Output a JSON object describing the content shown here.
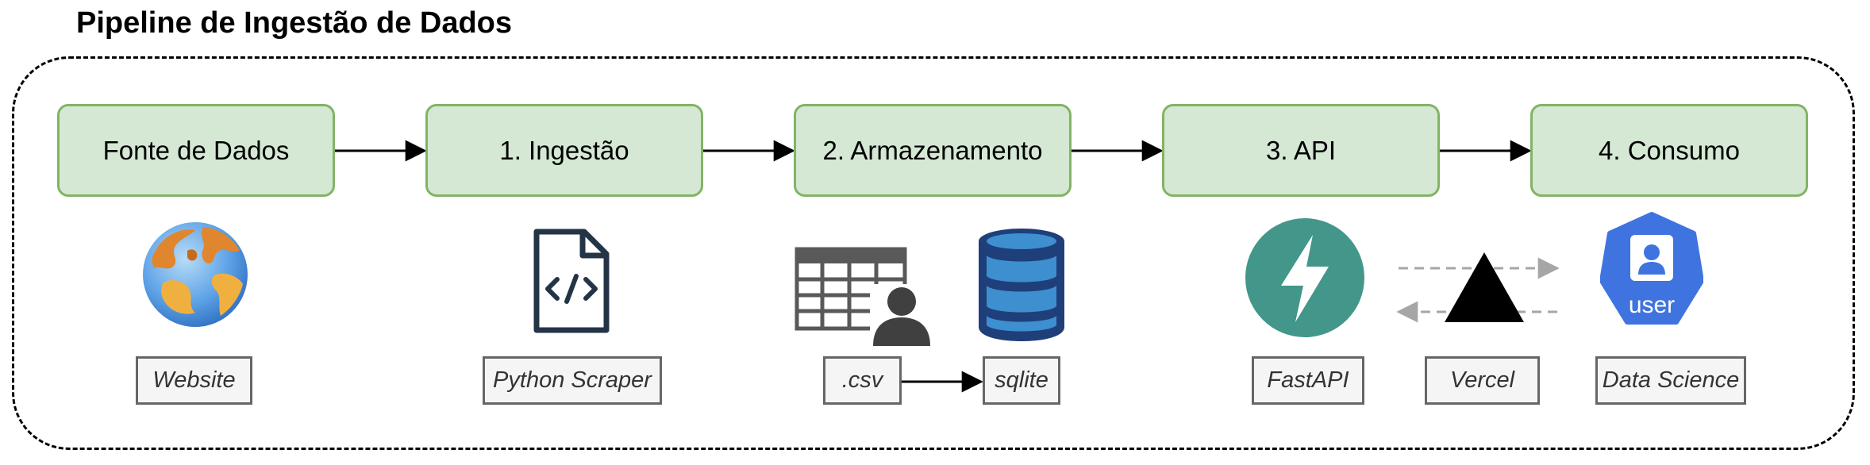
{
  "title": "Pipeline de Ingestão de Dados",
  "stages": [
    "Fonte de Dados",
    "1. Ingestão",
    "2. Armazenamento",
    "3. API",
    "4. Consumo"
  ],
  "tools": {
    "website": "Website",
    "python_scraper": "Python Scraper",
    "csv": ".csv",
    "sqlite": "sqlite",
    "fastapi": "FastAPI",
    "vercel": "Vercel",
    "data_science": "Data Science"
  },
  "icons": {
    "user_badge_text": "user"
  },
  "colors": {
    "stage_fill": "#d5e8d4",
    "stage_border": "#82b366",
    "label_fill": "#f5f5f5",
    "label_border": "#666666",
    "fastapi_teal": "#43968a",
    "sqlite_blue": "#3d8fd0",
    "user_blue": "#3f74e0"
  }
}
